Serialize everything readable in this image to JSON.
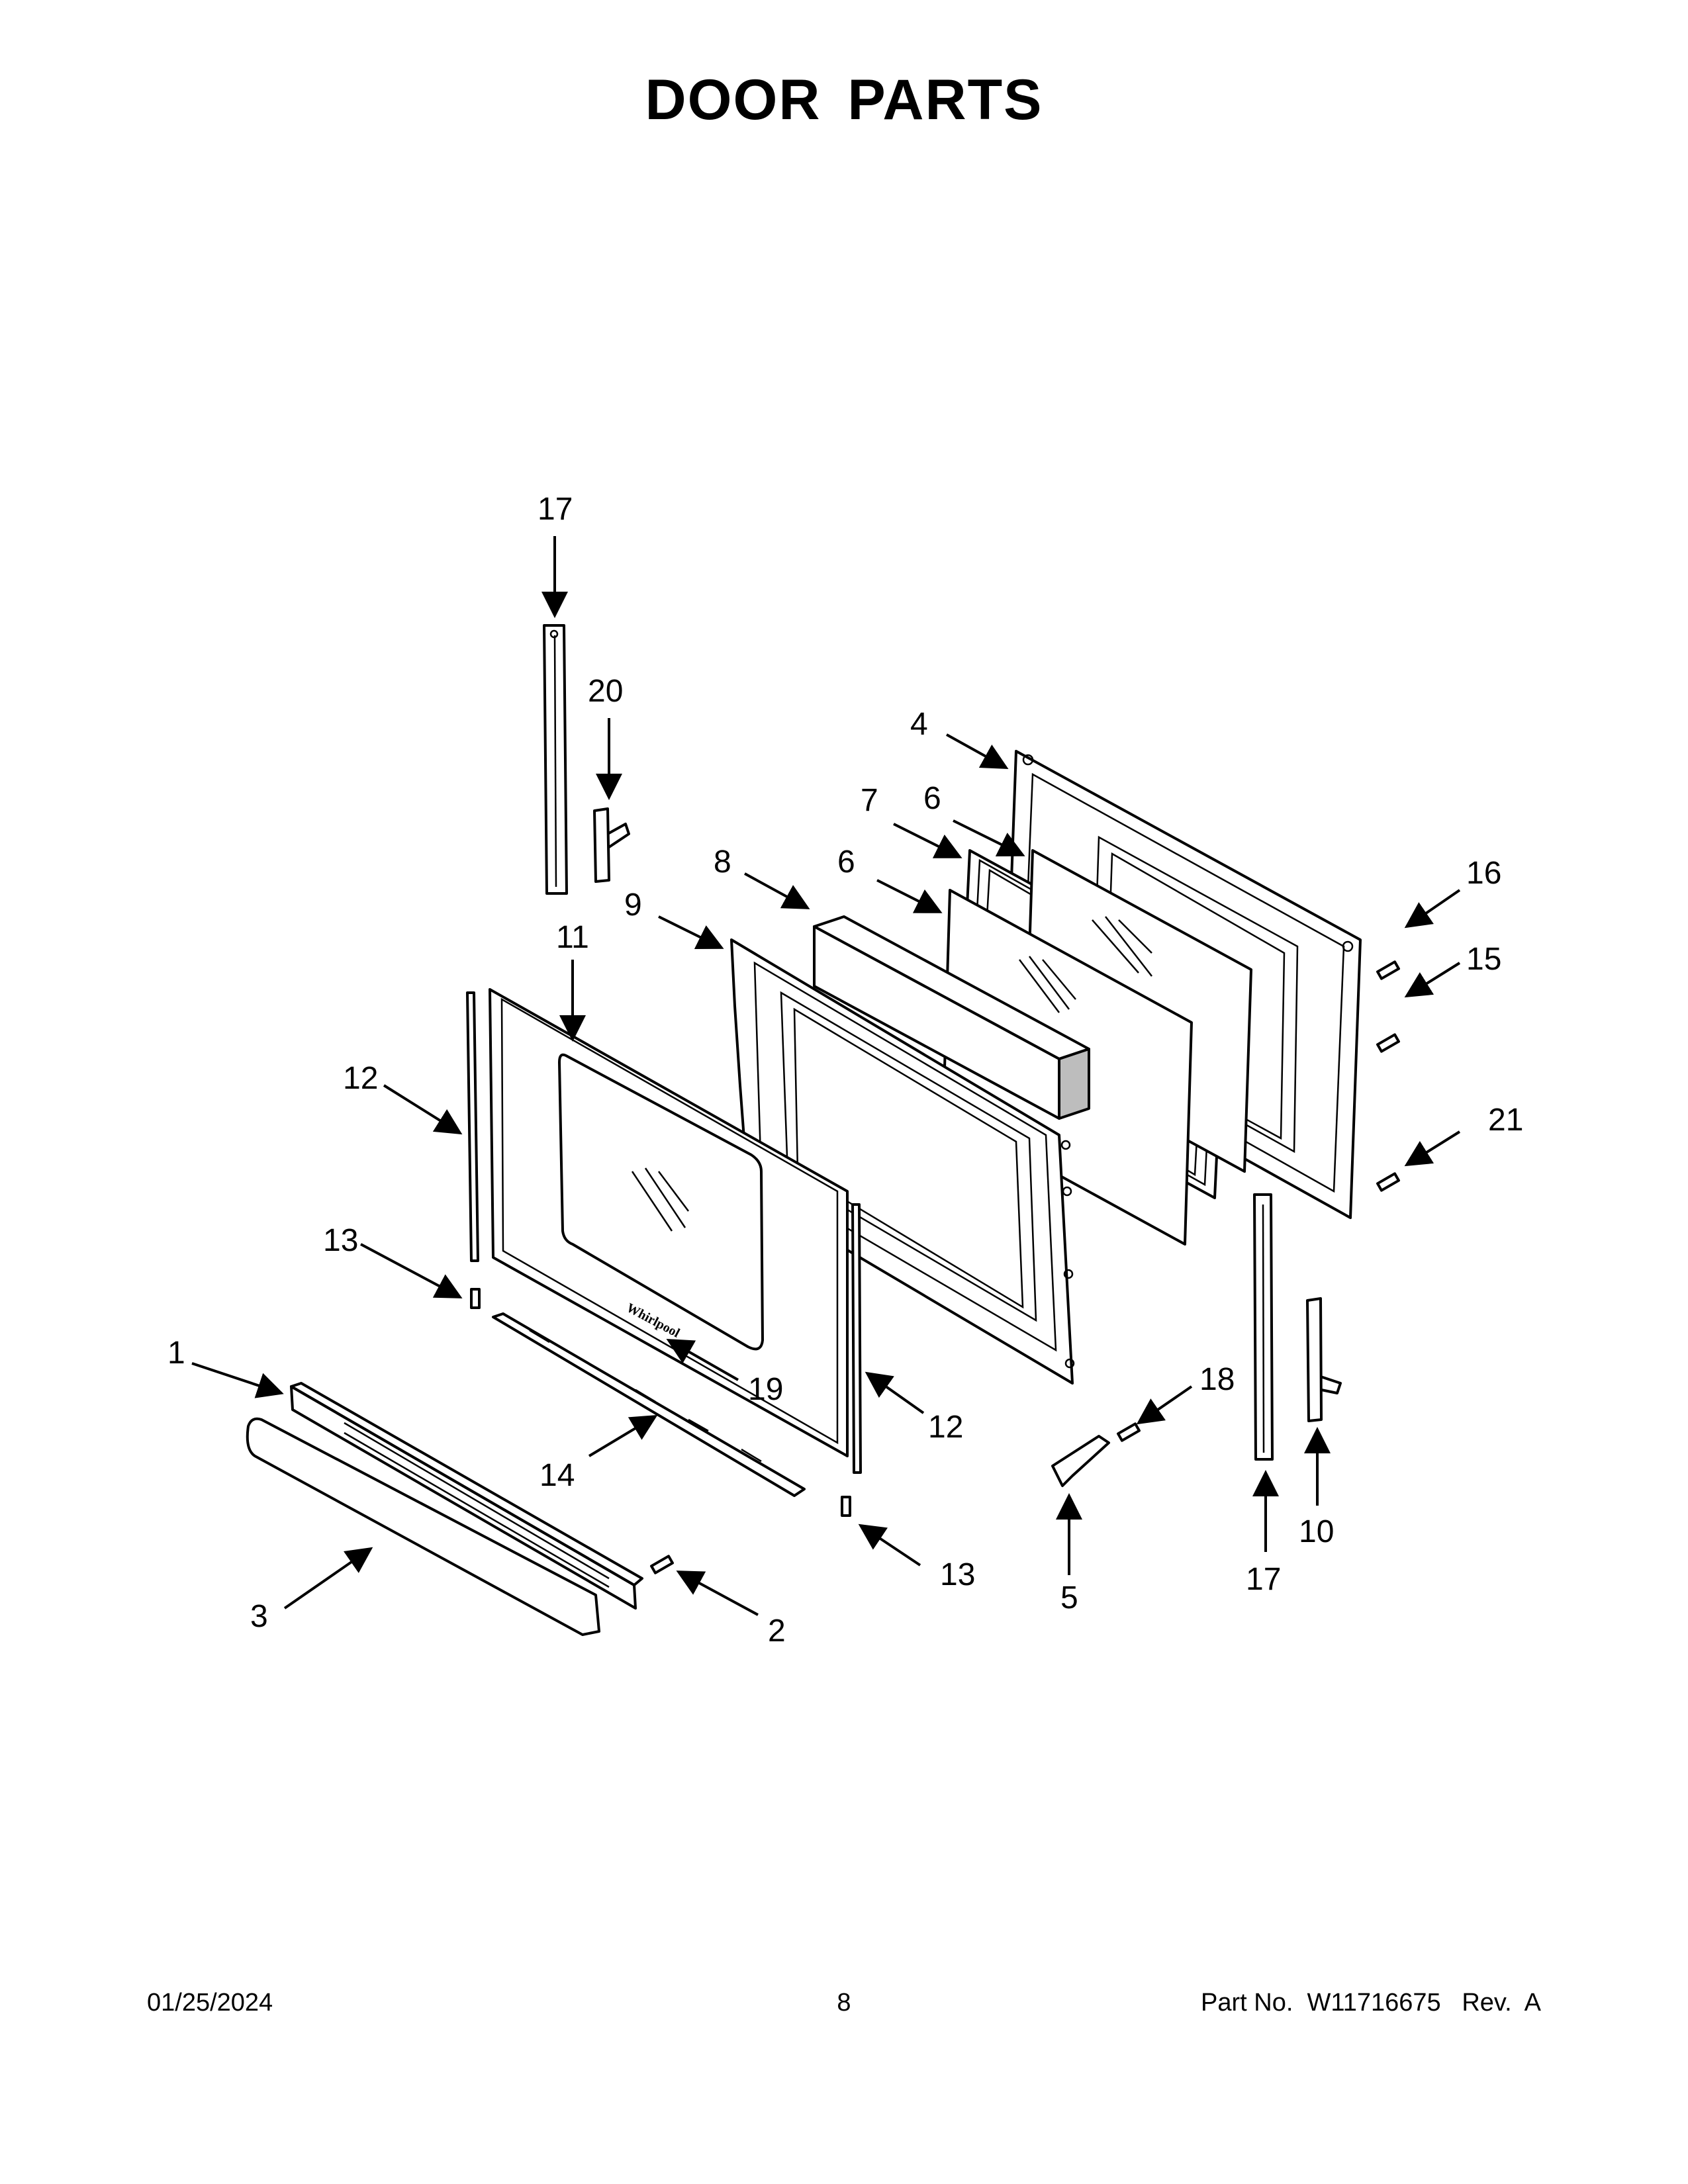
{
  "page": {
    "title": "DOOR PARTS",
    "footer": {
      "date": "01/25/2024",
      "page_number": "8",
      "part_info": "Part No.  W11716675   Rev.  A"
    }
  },
  "diagram": {
    "brand_mark": "Whirlpool",
    "callouts": [
      {
        "id": "c17a",
        "label": "17"
      },
      {
        "id": "c20",
        "label": "20"
      },
      {
        "id": "c4",
        "label": "4"
      },
      {
        "id": "c7",
        "label": "7"
      },
      {
        "id": "c6a",
        "label": "6"
      },
      {
        "id": "c8",
        "label": "8"
      },
      {
        "id": "c6b",
        "label": "6"
      },
      {
        "id": "c16",
        "label": "16"
      },
      {
        "id": "c9",
        "label": "9"
      },
      {
        "id": "c11",
        "label": "11"
      },
      {
        "id": "c15",
        "label": "15"
      },
      {
        "id": "c12a",
        "label": "12"
      },
      {
        "id": "c21",
        "label": "21"
      },
      {
        "id": "c13a",
        "label": "13"
      },
      {
        "id": "c1",
        "label": "1"
      },
      {
        "id": "c19",
        "label": "19"
      },
      {
        "id": "c18",
        "label": "18"
      },
      {
        "id": "c12b",
        "label": "12"
      },
      {
        "id": "c14",
        "label": "14"
      },
      {
        "id": "c10",
        "label": "10"
      },
      {
        "id": "c13b",
        "label": "13"
      },
      {
        "id": "c17b",
        "label": "17"
      },
      {
        "id": "c5",
        "label": "5"
      },
      {
        "id": "c3",
        "label": "3"
      },
      {
        "id": "c2",
        "label": "2"
      }
    ]
  }
}
